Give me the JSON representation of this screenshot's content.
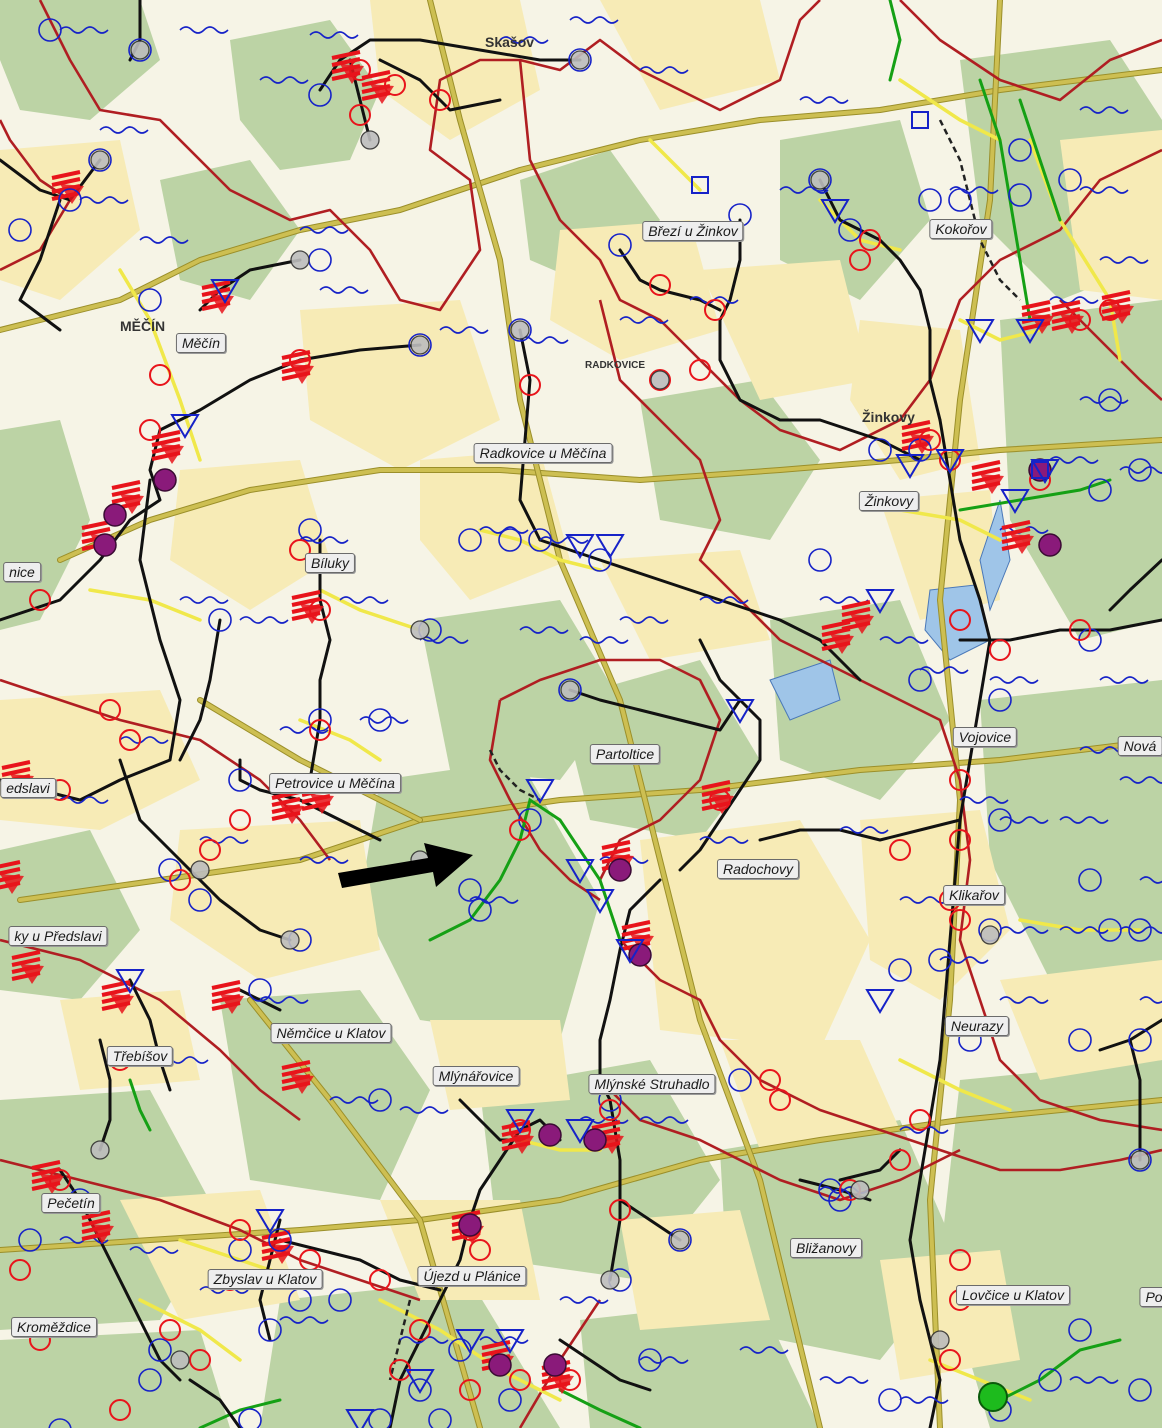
{
  "labels": [
    {
      "text": "Skašov",
      "style": "bold"
    },
    {
      "text": "Březí u Žinkov"
    },
    {
      "text": "Kokořov"
    },
    {
      "text": "MĚČÍN",
      "style": "bold"
    },
    {
      "text": "Měčín"
    },
    {
      "text": "RADKOVICE",
      "style": "bold"
    },
    {
      "text": "Radkovice u Měčína"
    },
    {
      "text": "Žinkovy",
      "style": "bold"
    },
    {
      "text": "Žinkovy"
    },
    {
      "text": "Bílukу"
    },
    {
      "text": "nice"
    },
    {
      "text": "Partoltice"
    },
    {
      "text": "Petrovice u Měčína"
    },
    {
      "text": "edslavi"
    },
    {
      "text": "Vojovice"
    },
    {
      "text": "Nová"
    },
    {
      "text": "Radochovy"
    },
    {
      "text": "Klikařov"
    },
    {
      "text": "ky u Předslavi"
    },
    {
      "text": "Němčice u Klatov"
    },
    {
      "text": "Neurazy"
    },
    {
      "text": "Třebíšov"
    },
    {
      "text": "Mlýnářovice"
    },
    {
      "text": "Mlýnské Struhadlo"
    },
    {
      "text": "Pečetín"
    },
    {
      "text": "Bližanovy"
    },
    {
      "text": "Zbyslav u Klatov"
    },
    {
      "text": "Újezd u Plánice"
    },
    {
      "text": "Lovčice u Klatov"
    },
    {
      "text": "Kroměždice"
    },
    {
      "text": "Po"
    }
  ],
  "colors": {
    "forest": "#bcd3a5",
    "field": "#f7ebb6",
    "meadow": "#f6f4e6",
    "road": "#cdbf52",
    "boundary": "#b01e22",
    "network_black": "#111111",
    "network_green": "#15a015",
    "network_yellow": "#f0e84a",
    "hazard_red": "#e8141b",
    "water_blue": "#1622c8",
    "lake": "#9fc5e8",
    "node_purple": "#8a1a7a"
  },
  "arrow": {
    "direction": "east",
    "color": "#000000"
  }
}
